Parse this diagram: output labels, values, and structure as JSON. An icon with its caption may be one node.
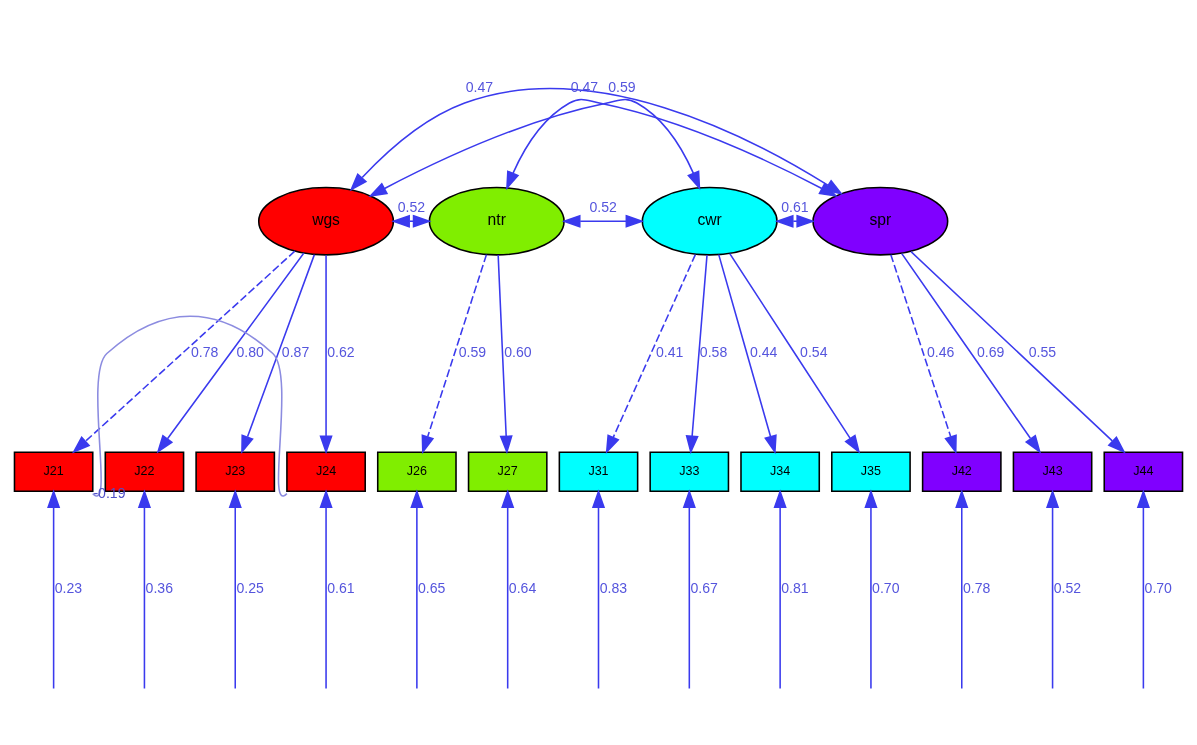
{
  "diagram": {
    "nodes": [
      {
        "text": [
          "wgs"
        ]
      },
      {
        "text": [
          "ntr"
        ]
      },
      {
        "text": [
          "cwr"
        ]
      },
      {
        "text": [
          "spr"
        ]
      },
      {
        "text": [
          "J21"
        ]
      },
      {
        "text": [
          "J22"
        ]
      },
      {
        "text": [
          "J23"
        ]
      },
      {
        "text": [
          "J24"
        ]
      },
      {
        "text": [
          "J26"
        ]
      },
      {
        "text": [
          "J27"
        ]
      },
      {
        "text": [
          "J31"
        ]
      },
      {
        "text": [
          "J33"
        ]
      },
      {
        "text": [
          "J34"
        ]
      },
      {
        "text": [
          "J35"
        ]
      },
      {
        "text": [
          "J42"
        ]
      },
      {
        "text": [
          "J43"
        ]
      },
      {
        "text": [
          "J44"
        ]
      }
    ],
    "edges": [
      {
        "from": 0,
        "to": 1,
        "arrow": "both",
        "label": "0.52"
      },
      {
        "from": 0,
        "to": 2,
        "arrow": "both",
        "label": "0.59"
      },
      {
        "from": 0,
        "to": 3,
        "arrow": "both",
        "label": "0.47"
      },
      {
        "from": 1,
        "to": 2,
        "arrow": "both",
        "label": "0.52"
      },
      {
        "from": 1,
        "to": 3,
        "arrow": "both",
        "label": "0.47"
      },
      {
        "from": 2,
        "to": 3,
        "arrow": "both",
        "label": "0.61"
      },
      {
        "from": 0,
        "to": 4,
        "arrow": "to",
        "label": "0.78",
        "style": "dashed"
      },
      {
        "from": 0,
        "to": 5,
        "arrow": "to",
        "label": "0.80"
      },
      {
        "from": 0,
        "to": 6,
        "arrow": "to",
        "label": "0.87"
      },
      {
        "from": 0,
        "to": 7,
        "arrow": "to",
        "label": "0.62"
      },
      {
        "from": 1,
        "to": 8,
        "arrow": "to",
        "label": "0.59",
        "style": "dashed"
      },
      {
        "from": 1,
        "to": 9,
        "arrow": "to",
        "label": "0.60"
      },
      {
        "from": 2,
        "to": 10,
        "arrow": "to",
        "label": "0.41",
        "style": "dashed"
      },
      {
        "from": 2,
        "to": 11,
        "arrow": "to",
        "label": "0.58"
      },
      {
        "from": 2,
        "to": 12,
        "arrow": "to",
        "label": "0.44"
      },
      {
        "from": 2,
        "to": 13,
        "arrow": "to",
        "label": "0.54"
      },
      {
        "from": 3,
        "to": 14,
        "arrow": "to",
        "label": "0.46",
        "style": "dashed"
      },
      {
        "from": 3,
        "to": 15,
        "arrow": "to",
        "label": "0.69"
      },
      {
        "from": 3,
        "to": 16,
        "arrow": "to",
        "label": "0.55"
      },
      {
        "from": null,
        "to": 4,
        "arrow": "to",
        "label": "0.23"
      },
      {
        "from": null,
        "to": 5,
        "arrow": "to",
        "label": "0.36"
      },
      {
        "from": null,
        "to": 6,
        "arrow": "to",
        "label": "0.25"
      },
      {
        "from": null,
        "to": 7,
        "arrow": "to",
        "label": "0.61"
      },
      {
        "from": null,
        "to": 8,
        "arrow": "to",
        "label": "0.65"
      },
      {
        "from": null,
        "to": 9,
        "arrow": "to",
        "label": "0.64"
      },
      {
        "from": null,
        "to": 10,
        "arrow": "to",
        "label": "0.83"
      },
      {
        "from": null,
        "to": 11,
        "arrow": "to",
        "label": "0.67"
      },
      {
        "from": null,
        "to": 12,
        "arrow": "to",
        "label": "0.81"
      },
      {
        "from": null,
        "to": 13,
        "arrow": "to",
        "label": "0.70"
      },
      {
        "from": null,
        "to": 14,
        "arrow": "to",
        "label": "0.78"
      },
      {
        "from": null,
        "to": 15,
        "arrow": "to",
        "label": "0.52"
      },
      {
        "from": null,
        "to": 16,
        "arrow": "to",
        "label": "0.70"
      },
      {
        "from": 4,
        "to": 7,
        "arrow": "none",
        "label": "-0.19",
        "color": "#8c8ce0"
      }
    ]
  }
}
